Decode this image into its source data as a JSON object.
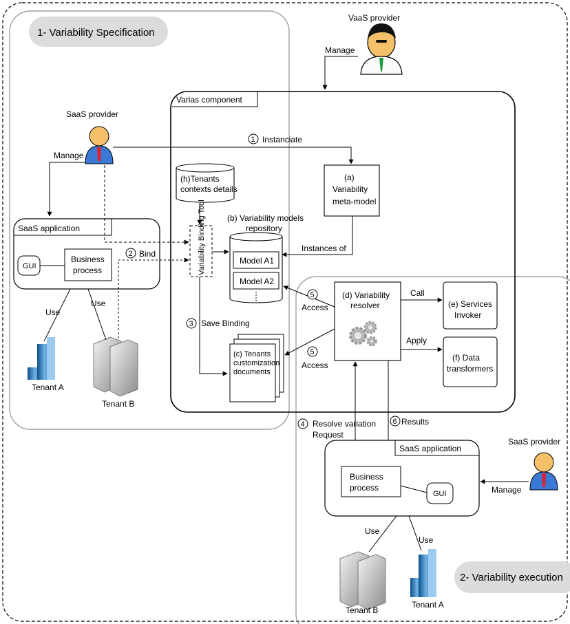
{
  "regions": {
    "spec_title": "1- Variability Specification",
    "exec_title": "2- Variability execution"
  },
  "actors": {
    "vaas_provider": "VaaS provider",
    "saas_provider_top": "SaaS provider",
    "saas_provider_bottom": "SaaS provider"
  },
  "varias": {
    "title": "Varias component",
    "tenants_contexts": [
      "(h)Tenants",
      "contexts details"
    ],
    "meta_model": [
      "(a)",
      "Variability",
      "meta-model"
    ],
    "repo_title": [
      "(b) Variability models",
      "repository"
    ],
    "model_a1": "Model A1",
    "model_a2": "Model A2",
    "binding_tool": "Variability Binding Tool",
    "customization_docs": [
      "(c) Tenants",
      "customization",
      "documents"
    ],
    "resolver": [
      "(d) Variability",
      "resolver"
    ],
    "services_invoker": [
      "(e) Services",
      "Invoker"
    ],
    "data_transformers": [
      "(f) Data",
      "transformers"
    ]
  },
  "saas_app_top": {
    "title": "SaaS application",
    "gui": "GUI",
    "business_process": [
      "Business",
      "process"
    ]
  },
  "saas_app_bottom": {
    "title": "SaaS application",
    "gui": "GUI",
    "business_process": [
      "Business",
      "process"
    ]
  },
  "tenants": {
    "top_a": "Tenant A",
    "top_b": "Tenant B",
    "bottom_a": "Tenant A",
    "bottom_b": "Tenant B"
  },
  "edges": {
    "manage_vaas": "Manage",
    "manage_top": "Manage",
    "manage_bottom": "Manage",
    "instanciate": "Instanciate",
    "instances_of": "Instances of",
    "bind": "Bind",
    "save_binding": "Save Binding",
    "access_5a": "Access",
    "access_5b": "Access",
    "call": "Call",
    "apply": "Apply",
    "resolve": [
      "Resolve variation",
      "Request"
    ],
    "results": "Results",
    "use_top_a": "Use",
    "use_top_b": "Use",
    "use_bottom_b": "Use",
    "use_bottom_a": "Use"
  },
  "steps": {
    "s1": "1",
    "s2": "2",
    "s3": "3",
    "s4": "4",
    "s5a": "5",
    "s5b": "5",
    "s6": "6"
  },
  "colors": {
    "line": "#000000",
    "region_border": "#a0a0a0",
    "region_title_bg": "#dcdcdc",
    "building_blue": "#2a7fc4",
    "server_grey": "#c8c8c8",
    "gear_grey": "#bdbdbd",
    "person_skin": "#f5c06a",
    "person_suit": "#3a7ad6"
  }
}
